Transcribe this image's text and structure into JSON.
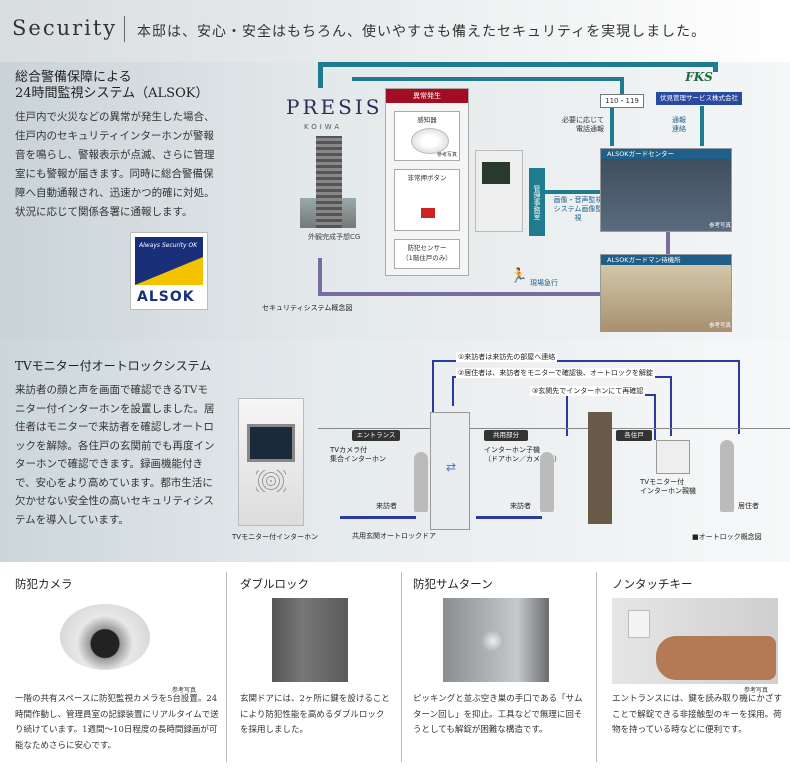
{
  "header": {
    "title": "Security",
    "subtitle": "本邸は、安心・安全はもちろん、使いやすさも備えたセキュリティを実現しました。"
  },
  "alsok_section": {
    "title_line1": "総合警備保障による",
    "title_line2": "24時間監視システム（ALSOK）",
    "body": "住戸内で火災などの異常が発生した場合、住戸内のセキュリティインターホンが警報音を鳴らし、警報表示が点滅、さらに管理室にも警報が届きます。同時に総合警備保障へ自動通報され、迅速かつ的確に対処。状況に応じて関係各署に通報します。",
    "logo_small": "Always Security OK",
    "logo_word": "ALSOK"
  },
  "security_diagram": {
    "brand": "PRESIS",
    "brand_sub": "KOIWA",
    "building_caption": "外観完成予想CG",
    "emergency_header": "異常発生",
    "sensor_label": "感知器",
    "sensor_note": "参考写真",
    "emergency_button": "非常押ボタン",
    "crime_sensor_line1": "防犯センサー",
    "crime_sensor_line2": "（1階住戸のみ）",
    "management_room": "管理事務室",
    "image_voice": "画像・音声監視システム画像監視",
    "emergency_number": "110・119",
    "call_notify_line1": "必要に応じて",
    "call_notify_line2": "電話通報",
    "fks_logo": "FKS",
    "fks_company": "伏見管理サービス株式会社",
    "notify_line1": "通報",
    "notify_line2": "連絡",
    "guard_center": "ALSOKガードセンター",
    "guard_center_note": "参考写真",
    "guardman_station": "ALSOKガードマン待機所",
    "guardman_note": "参考写真",
    "rush": "現場急行",
    "caption": "セキュリティシステム概念図"
  },
  "autolock_section": {
    "title": "TVモニター付オートロックシステム",
    "body": "来訪者の顔と声を画面で確認できるTVモニター付インターホンを設置しました。居住者はモニターで来訪者を確認しオートロックを解除。各住戸の玄関前でも再度インターホンで確認できます。録画機能付きで、安心をより高めています。都市生活に欠かせない安全性の高いセキュリティシステムを導入しています。",
    "unit_caption": "TVモニター付インターホン"
  },
  "autolock_diagram": {
    "step1": "①来訪者は来訪先の部屋へ連絡",
    "step2": "②居住者は、来訪者をモニターで確認後、オートロックを解錠",
    "step3": "③玄関先でインターホンにて再確認",
    "zone_entrance": "エントランス",
    "zone_common": "共用部分",
    "zone_unit": "各住戸",
    "tv_camera_intercom_line1": "TVカメラ付",
    "tv_camera_intercom_line2": "集合インターホン",
    "child_intercom_line1": "インターホン子機",
    "child_intercom_line2": "（ドアホン／カメラ無）",
    "monitor_line1": "TVモニター付",
    "monitor_line2": "インターホン親機",
    "visitor1": "来訪者",
    "visitor2": "来訪者",
    "resident": "居住者",
    "common_door": "共用玄関オートロックドア",
    "caption": "■オートロック概念図"
  },
  "features": [
    {
      "title": "防犯カメラ",
      "body": "一階の共有スペースに防犯監視カメラを5台設置。24時間作動し、管理員室の記録装置にリアルタイムで送り続けています。1週間～10日程度の長時間録画が可能なためさらに安心です。",
      "note": "参考写真"
    },
    {
      "title": "ダブルロック",
      "body": "玄関ドアには、2ヶ所に鍵を設けることにより防犯性能を高めるダブルロックを採用しました。"
    },
    {
      "title": "防犯サムターン",
      "body": "ピッキングと並ぶ空き巣の手口である「サムターン回し」を抑止。工具などで無理に回そうとしても解錠が困難な構造です。"
    },
    {
      "title": "ノンタッチキー",
      "body": "エントランスには、鍵を読み取り機にかざすことで解錠できる非接触型のキーを採用。荷物を持っている時などに便利です。",
      "note": "参考写真"
    }
  ]
}
